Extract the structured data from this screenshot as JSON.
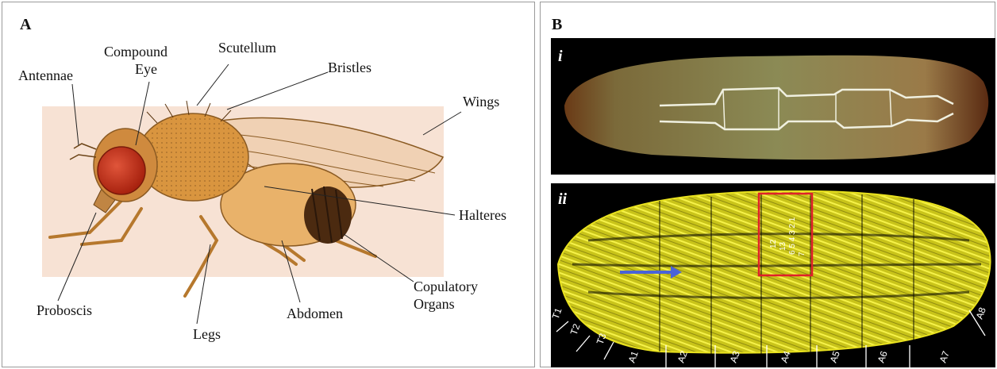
{
  "panel_a": {
    "letter": "A",
    "labels": {
      "compound_eye_line1": "Compound",
      "compound_eye_line2": "Eye",
      "scutellum": "Scutellum",
      "bristles": "Bristles",
      "antennae": "Antennae",
      "wings": "Wings",
      "halteres": "Halteres",
      "proboscis": "Proboscis",
      "legs": "Legs",
      "abdomen": "Abdomen",
      "copulatory_line1": "Copulatory",
      "copulatory_line2": "Organs"
    }
  },
  "panel_b": {
    "letter": "B",
    "sub_i": "i",
    "sub_ii": "ii",
    "muscle_numbers": [
      "12",
      "13",
      "6 5 4 3 2 1",
      "7"
    ],
    "segments": [
      "T1",
      "T2",
      "T3",
      "A1",
      "A2",
      "A3",
      "A4",
      "A5",
      "A6",
      "A7",
      "A8"
    ]
  },
  "colors": {
    "fly_background": "#f7e2d4",
    "eye": "#c8321c",
    "larva_background": "#000000",
    "muscle_yellow": "#e9e21f",
    "highlight_box": "#e0202a",
    "arrow": "#4a63d8"
  }
}
